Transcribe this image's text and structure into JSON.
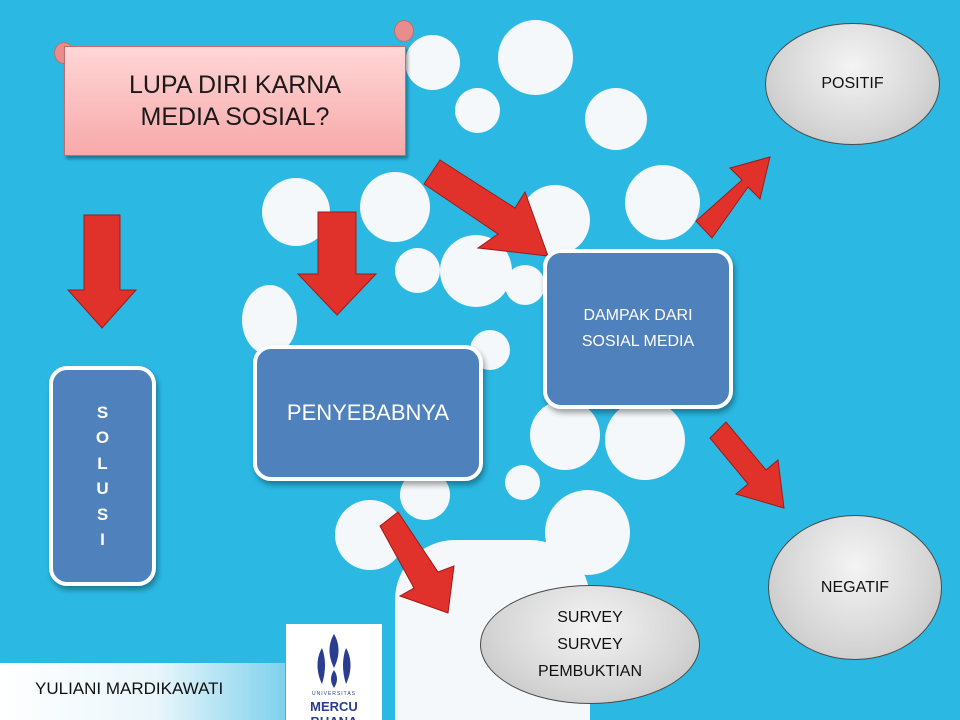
{
  "title": "LUPA DIRI KARNA\nMEDIA SOSIAL?",
  "solusi_letters": [
    "S",
    "O",
    "L",
    "U",
    "S",
    "I"
  ],
  "penyebab": "PENYEBABNYA",
  "dampak": "DAMPAK DARI\nSOSIAL MEDIA",
  "positif": "POSITIF",
  "negatif": "NEGATIF",
  "survey": "SURVEY\nSURVEY\nPEMBUKTIAN",
  "author": "YULIANI MARDIKAWATI",
  "logo": {
    "small_text": "UNIVERSITAS",
    "name": "MERCU BUANA"
  },
  "colors": {
    "background": "#2bb9e4",
    "blue_box": "#4f81bd",
    "title_scroll": "#f7a9aa",
    "arrow": "#e0312b",
    "ellipse": "#d6d6d6"
  }
}
